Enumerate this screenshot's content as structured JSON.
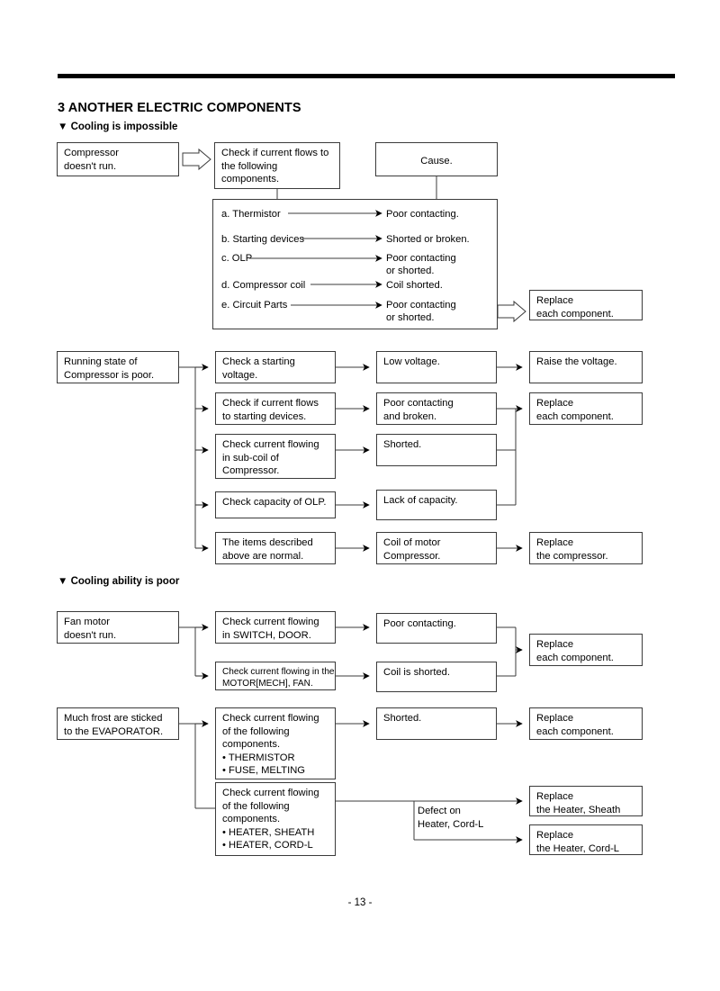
{
  "page": {
    "section_number_title": "3 ANOTHER ELECTRIC COMPONENTS",
    "footer": "- 13 -"
  },
  "subsections": {
    "cooling_impossible": "▼ Cooling is impossible",
    "cooling_poor": "▼ Cooling ability is poor"
  },
  "flow1": {
    "symptom": "Compressor\ndoesn't run.",
    "check": "Check if current flows to\nthe following\ncomponents.",
    "cause_header": "Cause.",
    "items": [
      {
        "label": "a. Thermistor",
        "result": "Poor contacting."
      },
      {
        "label": "b. Starting devices",
        "result": "Shorted or broken."
      },
      {
        "label": "c. OLP",
        "result": "Poor contacting\nor shorted."
      },
      {
        "label": "d. Compressor coil",
        "result": "Coil shorted."
      },
      {
        "label": "e. Circuit Parts",
        "result": "Poor contacting\nor shorted."
      }
    ],
    "action": "Replace\neach component."
  },
  "flow2": {
    "symptom": "Running state of\nCompressor is poor.",
    "rows": [
      {
        "check": "Check a starting\nvoltage.",
        "cause": "Low voltage.",
        "action": "Raise the voltage."
      },
      {
        "check": "Check if current flows\nto starting devices.",
        "cause": "Poor contacting\nand broken.",
        "action": "Replace\neach component."
      },
      {
        "check": "Check current flowing\nin sub-coil of\nCompressor.",
        "cause": "Shorted.",
        "action": ""
      },
      {
        "check": "Check capacity of OLP.",
        "cause": "Lack of capacity.",
        "action": ""
      },
      {
        "check": "The items described\nabove are normal.",
        "cause": "Coil of motor\nCompressor.",
        "action": "Replace\nthe compressor."
      }
    ]
  },
  "flow3": {
    "symptom": "Fan motor\ndoesn't run.",
    "rows": [
      {
        "check": "Check current flowing\nin SWITCH, DOOR.",
        "cause": "Poor contacting.",
        "action": "Replace\neach component."
      },
      {
        "check": "Check current flowing in the\nMOTOR[MECH], FAN.",
        "cause": "Coil is shorted.",
        "action": ""
      }
    ]
  },
  "flow4": {
    "symptom": "Much frost are sticked\nto the EVAPORATOR.",
    "rows": [
      {
        "check": "Check current flowing\nof the following\ncomponents.\n• THERMISTOR\n• FUSE, MELTING",
        "cause": "Shorted.",
        "action": "Replace\neach component."
      },
      {
        "check": "Check current flowing\nof the following\ncomponents.\n• HEATER, SHEATH\n• HEATER, CORD-L",
        "cause": "Defect on\nHeater, Cord-L",
        "action_top": "Replace\nthe Heater, Sheath",
        "action_bottom": "Replace\nthe Heater, Cord-L"
      }
    ]
  }
}
